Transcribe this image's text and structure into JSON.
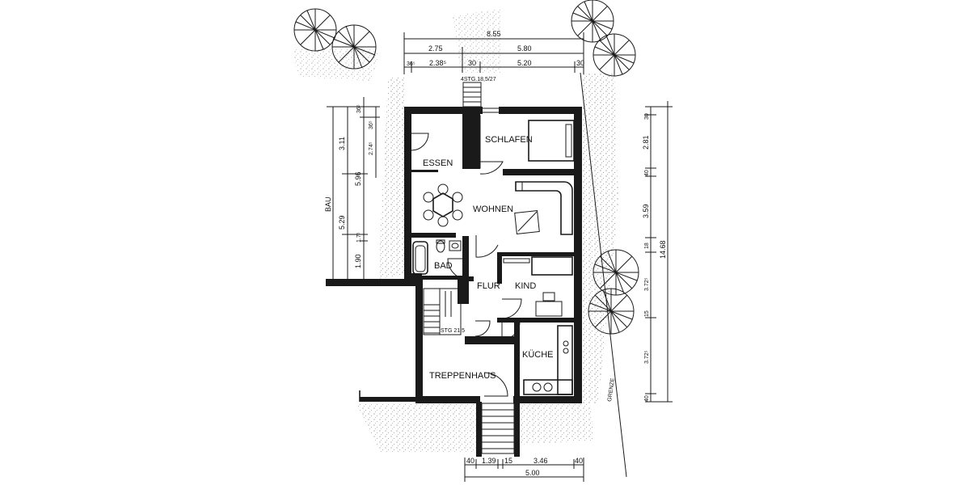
{
  "rooms": {
    "essen": "ESSEN",
    "schlafen": "SCHLAFEN",
    "wohnen": "WOHNEN",
    "bad": "BAD",
    "flur": "FLUR",
    "kind": "KIND",
    "kueche": "KÜCHE",
    "treppenhaus": "TREPPENHAUS"
  },
  "labels": {
    "grenze": "GRENZE",
    "bau": "BAU",
    "stg_top": "4STG.18,5/27",
    "stg_mid": "STG 21,5"
  },
  "dims_top": {
    "overall": "8.55",
    "row1_a": "2.75",
    "row1_b": "5.80",
    "row2_a": "36⁵",
    "row2_b": "2.38⁵",
    "row2_c": "30",
    "row2_d": "5.20",
    "row2_e": "30"
  },
  "dims_left": {
    "a": "3.11",
    "b": "5.96",
    "c": "5.29",
    "d": "1.90",
    "e": "36⁵",
    "f": "2.74⁵",
    "g": "36⁵",
    "h": "1.7⁵"
  },
  "dims_right": {
    "a": "30",
    "b": "2.81",
    "c": "40",
    "d": "3.59",
    "e": "18",
    "f": "14.68",
    "g": "3.72⁵",
    "h": "15",
    "i": "3.72⁵",
    "j": "40"
  },
  "dims_bottom": {
    "a": "40",
    "b": "1.39",
    "c": "15",
    "d": "3.46",
    "e": "40",
    "overall": "5.00"
  },
  "colors": {
    "ink": "#1a1a1a",
    "paper": "#ffffff",
    "stipple": "#555555"
  }
}
